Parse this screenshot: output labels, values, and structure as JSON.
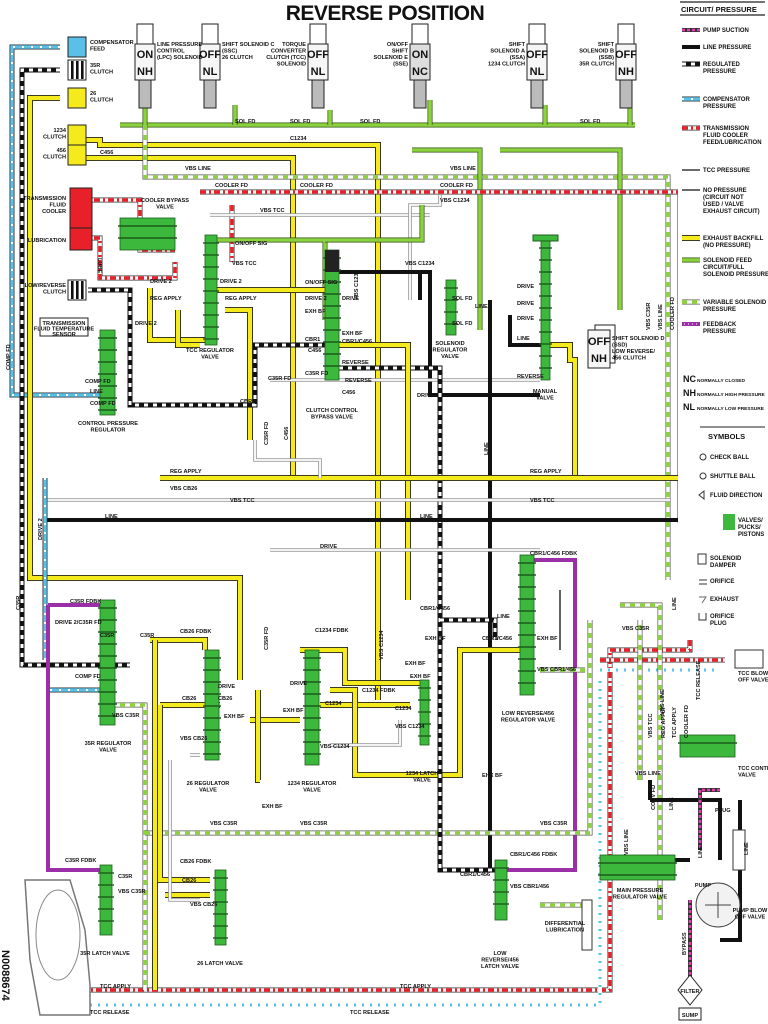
{
  "title": "REVERSE POSITION",
  "doc_id": "N0088674",
  "colors": {
    "line": "#111111",
    "compensator": "#5bc0e8",
    "cooler": "#e8202a",
    "exhaust_backfill": "#f4ea1c",
    "solenoid_feed": "#8cd23c",
    "feedback": "#9b2fa8",
    "pump_suction": "#e040b0",
    "valve": "#3cb83c",
    "no_pressure": "#9a9a9a"
  },
  "solenoids": [
    {
      "state": "ON",
      "mode": "NH",
      "label": [
        "LINE PRESSURE",
        "CONTROL",
        "(LPC) SOLENOID"
      ]
    },
    {
      "state": "OFF",
      "mode": "NL",
      "label": [
        "SHIFT SOLENOID C",
        "(SSC)",
        "26 CLUTCH"
      ]
    },
    {
      "state": "OFF",
      "mode": "NL",
      "label": [
        "TORQUE",
        "CONVERTER",
        "CLUTCH (TCC)",
        "SOLENOID"
      ]
    },
    {
      "state": "ON",
      "mode": "NC",
      "label": [
        "ON/OFF",
        "SHIFT",
        "SOLENOID E",
        "(SSE)"
      ]
    },
    {
      "state": "OFF",
      "mode": "NL",
      "label": [
        "SHIFT",
        "SOLENOID A",
        "(SSA)",
        "1234 CLUTCH"
      ]
    },
    {
      "state": "OFF",
      "mode": "NH",
      "label": [
        "SHIFT",
        "SOLENOID B",
        "(SSB)",
        "35R CLUTCH"
      ]
    },
    {
      "state": "OFF",
      "mode": "NH",
      "label": [
        "SHIFT SOLENOID D",
        "(SSD)",
        "LOW REVERSE/",
        "456 CLUTCH"
      ]
    }
  ],
  "components": {
    "compensator_feed": [
      "COMPENSATOR",
      "FEED"
    ],
    "clutch_35r": [
      "35R",
      "CLUTCH"
    ],
    "clutch_26": [
      "26",
      "CLUTCH"
    ],
    "clutch_1234": [
      "1234",
      "CLUTCH"
    ],
    "clutch_456": [
      "456",
      "CLUTCH"
    ],
    "cooler": [
      "TRANSMISSION",
      "FLUID",
      "COOLER"
    ],
    "lubrication": "LUBRICATION",
    "lube": "LUBE",
    "cooler_bypass": [
      "COOLER BYPASS",
      "VALVE"
    ],
    "low_reverse_clutch": [
      "LOW/REVERSE",
      "CLUTCH"
    ],
    "temp_sensor": [
      "TRANSMISSION",
      "FLUID TEMPERATURE",
      "SENSOR"
    ],
    "control_pressure_regulator": [
      "CONTROL PRESSURE",
      "REGULATOR"
    ],
    "tcc_regulator": [
      "TCC REGULATOR",
      "VALVE"
    ],
    "clutch_control_bypass": [
      "CLUTCH CONTROL",
      "BYPASS VALVE"
    ],
    "solenoid_regulator": [
      "SOLENOID",
      "REGULATOR",
      "VALVE"
    ],
    "manual_valve": [
      "MANUAL",
      "VALVE"
    ],
    "reg_35r": [
      "35R REGULATOR",
      "VALVE"
    ],
    "reg_26": [
      "26 REGULATOR",
      "VALVE"
    ],
    "reg_1234": [
      "1234 REGULATOR",
      "VALVE"
    ],
    "latch_1234": [
      "1234 LATCH",
      "VALVE"
    ],
    "low_rev_456_reg": [
      "LOW REVERSE/456",
      "REGULATOR VALVE"
    ],
    "tcc_blow_off": [
      "TCC BLOW",
      "OFF VALVE"
    ],
    "tcc_control": [
      "TCC CONTROL",
      "VALVE"
    ],
    "latch_35r": "35R LATCH VALVE",
    "latch_26": "26 LATCH VALVE",
    "low_rev_456_latch": [
      "LOW",
      "REVERSE/456",
      "LATCH VALVE"
    ],
    "diff_lube": [
      "DIFFERENTIAL",
      "LUBRICATION"
    ],
    "main_pressure_regulator": [
      "MAIN PRESSURE",
      "REGULATOR VALVE"
    ],
    "pump": "PUMP",
    "pump_blow_off": [
      "PUMP BLOW",
      "OFF VALVE"
    ],
    "filter": "FILTER",
    "sump": "SUMP",
    "plug": "PLUG",
    "bypass": "BYPASS"
  },
  "line_labels": [
    "SOL FD",
    "SOL FD",
    "SOL FD",
    "SOL FD",
    "C1234",
    "C456",
    "VBS LINE",
    "VBS LINE",
    "COOLER FD",
    "COOLER FD",
    "COOLER FD",
    "VBS TCC",
    "VBS C1234",
    "ON/OFF SIG",
    "ON/OFF SIG",
    "VBS TCC",
    "DRIVE 2",
    "DRIVE 2",
    "REG APPLY",
    "REG APPLY",
    "DRIVE 2",
    "EXH BF",
    "CBR1",
    "C456",
    "C35R FD",
    "REVERSE",
    "DRIVE",
    "CBR1/C456",
    "EXH BF",
    "REVERSE",
    "C456",
    "SOL FD",
    "LINE",
    "SOL FD",
    "DRIVE",
    "DRIVE",
    "DRIVE",
    "LINE",
    "REVERSE",
    "DRIVE",
    "CBR1",
    "COMP FD",
    "LINE",
    "COMP FD",
    "DRIVE 2",
    "C35R FD",
    "C456",
    "VBS C1234",
    "REG APPLY",
    "REG APPLY",
    "VBS CB26",
    "C35R FD",
    "VBS TCC",
    "VBS TCC",
    "LINE",
    "LINE",
    "DRIVE",
    "C35R FDBK",
    "DRIVE 2/C35R FD",
    "C35R",
    "C35R",
    "COMP FD",
    "VBS C35R",
    "CB26 FDBK",
    "DRIVE",
    "CB26",
    "CB26",
    "EXH BF",
    "VBS CB26",
    "C1234 FDBK",
    "DRIVE",
    "C1234",
    "EXH BF",
    "VBS C1234",
    "EXH BF",
    "EXH BF",
    "C1234 FDBK",
    "C1234",
    "VBS C1234",
    "EXH BF",
    "CBR1/C456",
    "CBR1/C456 FDBK",
    "LINE",
    "CBR1/C456",
    "EXH BF",
    "VBS CBR1/456",
    "EHX BF",
    "VBS C35R",
    "TCC APPLY",
    "TCC RELEASE",
    "VBS LINE",
    "VBS C35R",
    "VBS C35R",
    "C35R FDBK",
    "C35R",
    "VBS C35R",
    "CB26 FDBK",
    "CB26",
    "VBS CB26",
    "CBR1/C456 FDBK",
    "CBR1/C456",
    "VBS CBR1/456",
    "TCC APPLY",
    "TCC RELEASE",
    "COMP FD",
    "C35R",
    "DRIVE 2",
    "C35R FD",
    "LINE",
    "VBS LINE",
    "VBS C35R",
    "COOLER FD",
    "VBS C35R",
    "VBS LINE",
    "LINE",
    "VBS TCC",
    "REG APPLY",
    "TCC APPLY",
    "COOLER FD",
    "TCC RELEASE",
    "VBS LINE",
    "CONV FD",
    "LINE",
    "LINE",
    "LINE",
    "VBS C1234",
    "VBS C1234",
    "EXH BF"
  ],
  "legend": {
    "heading": "CIRCUIT/ PRESSURE",
    "items": [
      {
        "type": "pump_suction",
        "label": [
          "PUMP SUCTION"
        ]
      },
      {
        "type": "line",
        "label": [
          "LINE PRESSURE"
        ]
      },
      {
        "type": "regulated",
        "label": [
          "REGULATED",
          "PRESSURE"
        ]
      },
      {
        "type": "compensator",
        "label": [
          "COMPENSATOR",
          "PRESSURE"
        ]
      },
      {
        "type": "cooler",
        "label": [
          "TRANSMISSION",
          "FLUID COOLER",
          "FEED/LUBRICATION"
        ]
      },
      {
        "type": "tcc",
        "label": [
          "TCC   PRESSURE"
        ]
      },
      {
        "type": "no_pressure",
        "label": [
          "NO PRESSURE",
          "(CIRCUIT NOT",
          "USED / VALVE",
          "EXHAUST CIRCUIT)"
        ]
      },
      {
        "type": "exhaust_backfill",
        "label": [
          "EXHAUST BACKFILL",
          "(NO PRESSURE)"
        ]
      },
      {
        "type": "solenoid_feed",
        "label": [
          "SOLENOID FEED",
          "CIRCUIT/FULL",
          "SOLENOID PRESSURE"
        ]
      },
      {
        "type": "variable_solenoid",
        "label": [
          "VARIABLE SOLENOID",
          "PRESSURE"
        ]
      },
      {
        "type": "feedback",
        "label": [
          "FEEDBACK",
          "PRESSURE"
        ]
      }
    ],
    "abbreviations": [
      {
        "key": "NC",
        "text": "NORMALLY CLOSED"
      },
      {
        "key": "NH",
        "text": "NORMALLY HIGH PRESSURE"
      },
      {
        "key": "NL",
        "text": "NORMALLY LOW PRESSURE"
      }
    ],
    "symbols_heading": "SYMBOLS",
    "symbols": [
      {
        "icon": "check-ball",
        "label": [
          "CHECK BALL"
        ]
      },
      {
        "icon": "shuttle-ball",
        "label": [
          "SHUTTLE BALL"
        ]
      },
      {
        "icon": "fluid-direction",
        "label": [
          "FLUID DIRECTION"
        ]
      },
      {
        "icon": "valve-block",
        "label": [
          "VALVES/",
          "PUCKS/",
          "PISTONS"
        ]
      },
      {
        "icon": "solenoid-damper",
        "label": [
          "SOLENOID",
          "DAMPER"
        ]
      },
      {
        "icon": "orifice",
        "label": [
          "ORIFICE"
        ]
      },
      {
        "icon": "exhaust",
        "label": [
          "EXHAUST"
        ]
      },
      {
        "icon": "orifice-plug",
        "label": [
          "ORIFICE",
          "PLUG"
        ]
      }
    ]
  }
}
